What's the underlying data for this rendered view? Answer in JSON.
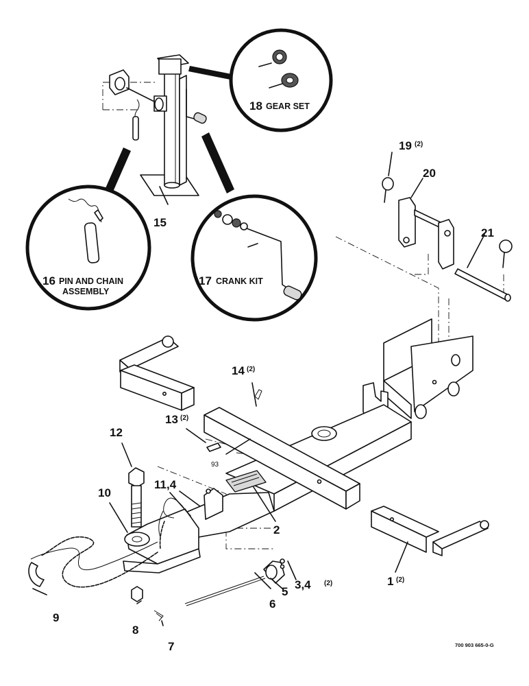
{
  "diagram": {
    "callouts": {
      "c1": "1",
      "c1_qty": "(2)",
      "c2": "2",
      "c34": "3,4",
      "c34_qty": "(2)",
      "c5": "5",
      "c6": "6",
      "c7": "7",
      "c8": "8",
      "c9": "9",
      "c10": "10",
      "c114": "11,4",
      "c12": "12",
      "c13": "13",
      "c13_qty": "(2)",
      "c14": "14",
      "c14_qty": "(2)",
      "c15": "15",
      "c19": "19",
      "c19_qty": "(2)",
      "c20": "20",
      "c21": "21",
      "c93": "93"
    },
    "details": {
      "d16_num": "16",
      "d16_line1": "PIN AND CHAIN",
      "d16_line2": "ASSEMBLY",
      "d17_num": "17",
      "d17_text": "CRANK KIT",
      "d18_num": "18",
      "d18_text": "GEAR SET"
    },
    "drawing_number": "700 903 665-0-G"
  }
}
